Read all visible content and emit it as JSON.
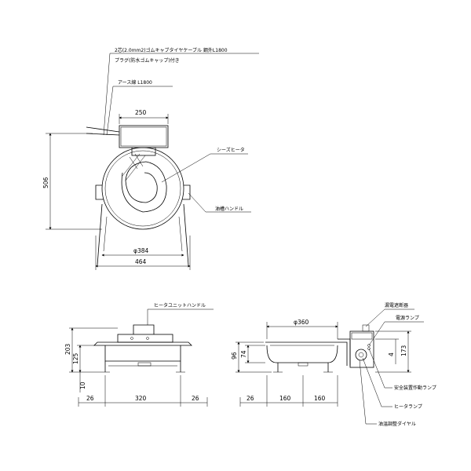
{
  "top_view": {
    "notes": {
      "cable": "2芯(2.0mm2)ゴムキャブタイヤケーブル 鋼外L1800",
      "plug": "プラグ(防水ゴムキャップ)付き",
      "ground": "アース線 L1800",
      "sheath_heater": "シーズヒータ",
      "oil_tank_handle": "油槽ハンドル"
    },
    "dims": {
      "box_width": "250",
      "height": "506",
      "tank_diameter": "φ384",
      "overall_width": "464"
    }
  },
  "front_view": {
    "notes": {
      "heater_unit_handle": "ヒータユニットハンドル"
    },
    "dims": {
      "height": "203",
      "height2": "125",
      "foot": "10",
      "left": "26",
      "center": "320",
      "right": "26"
    }
  },
  "side_view": {
    "notes": {
      "leakage_breaker": "漏電遮断器",
      "power_lamp": "電源ランプ",
      "safety_lamp": "安全装置作動ランプ",
      "heater_lamp": "ヒータランプ",
      "temp_dial": "油温調整ダイヤル"
    },
    "dims": {
      "tank_diameter": "φ360",
      "h96": "96",
      "h74": "74",
      "h173": "173",
      "h4": "4",
      "left": "26",
      "mid": "160",
      "right": "160"
    }
  }
}
